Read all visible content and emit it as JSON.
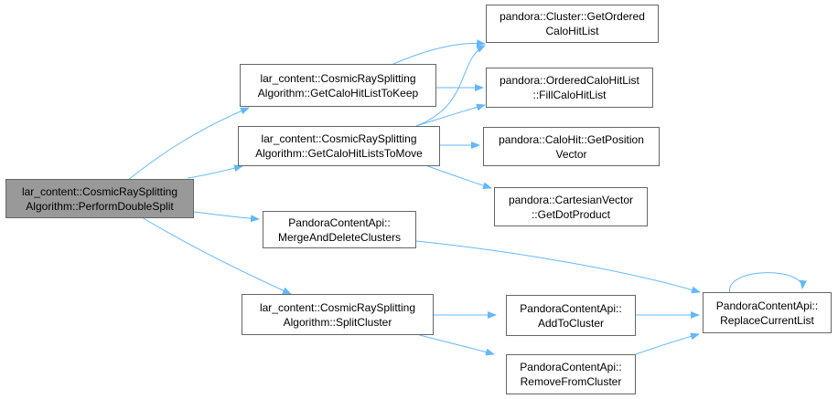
{
  "colors": {
    "edge": "#63b8ff",
    "node_border": "#666666",
    "root_fill": "#999999",
    "node_fill": "#ffffff"
  },
  "nodes": {
    "perform_double_split": {
      "line1": "lar_content::CosmicRaySplitting",
      "line2": "Algorithm::PerformDoubleSplit"
    },
    "get_calo_hit_list_to_keep": {
      "line1": "lar_content::CosmicRaySplitting",
      "line2": "Algorithm::GetCaloHitListToKeep"
    },
    "get_calo_hit_lists_to_move": {
      "line1": "lar_content::CosmicRaySplitting",
      "line2": "Algorithm::GetCaloHitListsToMove"
    },
    "merge_and_delete_clusters": {
      "line1": "PandoraContentApi::",
      "line2": "MergeAndDeleteClusters"
    },
    "split_cluster": {
      "line1": "lar_content::CosmicRaySplitting",
      "line2": "Algorithm::SplitCluster"
    },
    "get_ordered_calo_hit_list": {
      "line1": "pandora::Cluster::GetOrdered",
      "line2": "CaloHitList"
    },
    "fill_calo_hit_list": {
      "line1": "pandora::OrderedCaloHitList",
      "line2": "::FillCaloHitList"
    },
    "get_position_vector": {
      "line1": "pandora::CaloHit::GetPosition",
      "line2": "Vector"
    },
    "get_dot_product": {
      "line1": "pandora::CartesianVector",
      "line2": "::GetDotProduct"
    },
    "add_to_cluster": {
      "line1": "PandoraContentApi::",
      "line2": "AddToCluster"
    },
    "remove_from_cluster": {
      "line1": "PandoraContentApi::",
      "line2": "RemoveFromCluster"
    },
    "replace_current_list": {
      "line1": "PandoraContentApi::",
      "line2": "ReplaceCurrentList"
    }
  }
}
